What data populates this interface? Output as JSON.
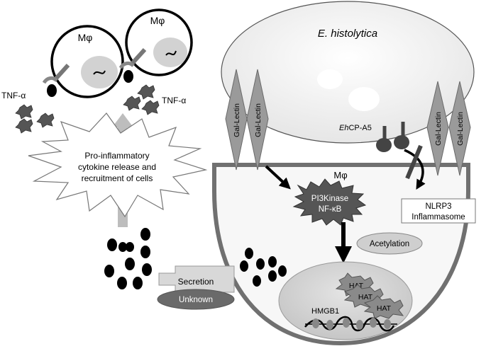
{
  "labels": {
    "organism": "E. histolytica",
    "organism_prefix": "E. histolytica",
    "cysteine_protease_italic": "Eh",
    "cysteine_protease_rest": "CP-A5",
    "macrophage": "Mφ",
    "lectin": "Gal-Lectin",
    "tnf": "TNF-α",
    "starburst_line1": "Pro-inflammatory",
    "starburst_line2": "cytokine release and",
    "starburst_line3": "recruitment of cells",
    "kinase_line1": "PI3Kinase",
    "kinase_line2": "NF-κB",
    "inflammasome_line1": "NLRP3",
    "inflammasome_line2": "Inflammasome",
    "acetylation": "Acetylation",
    "secretion": "Secretion",
    "unknown": "Unknown",
    "hat": "HAT",
    "hmgb1": "HMGB1"
  },
  "colors": {
    "membrane": "#6e6e6e",
    "lectin_fill": "#9a9a9a",
    "nucleus_fill": "#d6d6d6",
    "parasite_fill": "#f0f0f0",
    "dark": "#000000"
  }
}
